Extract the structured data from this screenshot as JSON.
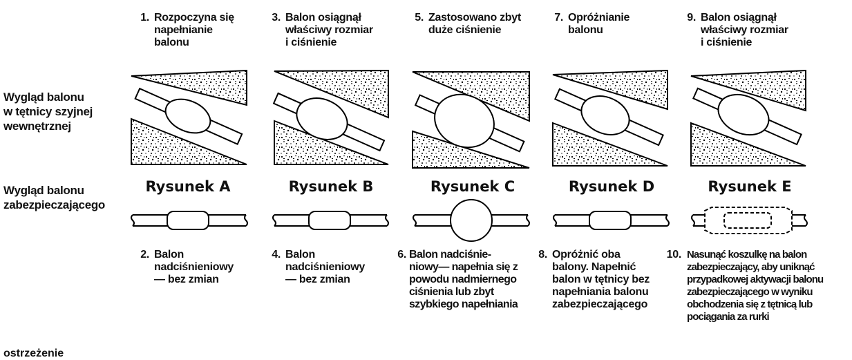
{
  "row_labels": {
    "internal": [
      "Wygląd balonu",
      "w tętnicy szyjnej",
      "wewnętrznej"
    ],
    "safety": [
      "Wygląd balonu",
      "zabezpieczającego"
    ]
  },
  "top_steps": [
    {
      "num": "1.",
      "lines": [
        "Rozpoczyna się",
        "napełnianie",
        "balonu"
      ]
    },
    {
      "num": "3.",
      "lines": [
        "Balon osiągnął",
        "właściwy rozmiar",
        "i ciśnienie"
      ]
    },
    {
      "num": "5.",
      "lines": [
        "Zastosowano zbyt",
        "duże ciśnienie"
      ]
    },
    {
      "num": "7.",
      "lines": [
        "Opróżnianie",
        "balonu"
      ]
    },
    {
      "num": "9.",
      "lines": [
        "Balon osiągnął",
        "właściwy rozmiar",
        "i ciśnienie"
      ]
    }
  ],
  "figures": [
    "Rysunek A",
    "Rysunek B",
    "Rysunek C",
    "Rysunek D",
    "Rysunek E"
  ],
  "bottom_steps": [
    {
      "num": "2.",
      "lines": [
        "Balon",
        "nadciśnieniowy",
        "— bez zmian"
      ]
    },
    {
      "num": "4.",
      "lines": [
        "Balon",
        "nadciśnieniowy",
        "— bez zmian"
      ]
    },
    {
      "num": "6.",
      "lines": [
        "Balon nadciśnie-",
        "niowy— napełnia się z",
        "powodu nadmiernego",
        "ciśnienia lub zbyt",
        "szybkiego napełniania"
      ]
    },
    {
      "num": "8.",
      "lines": [
        "Opróżnić oba",
        "balony. Napełnić",
        "balon w tętnicy bez",
        "napełniania balonu",
        "zabezpieczającego"
      ]
    },
    {
      "num": "10.",
      "lines": [
        "Nasunąć koszulkę na balon",
        "zabezpieczający, aby uniknąć",
        "przypadkowej aktywacji balonu",
        "zabezpieczającego w wyniku",
        "obchodzenia się z tętnicą lub",
        "pociągania za rurki"
      ]
    }
  ],
  "partial_caption": "ostrzeżenie"
}
